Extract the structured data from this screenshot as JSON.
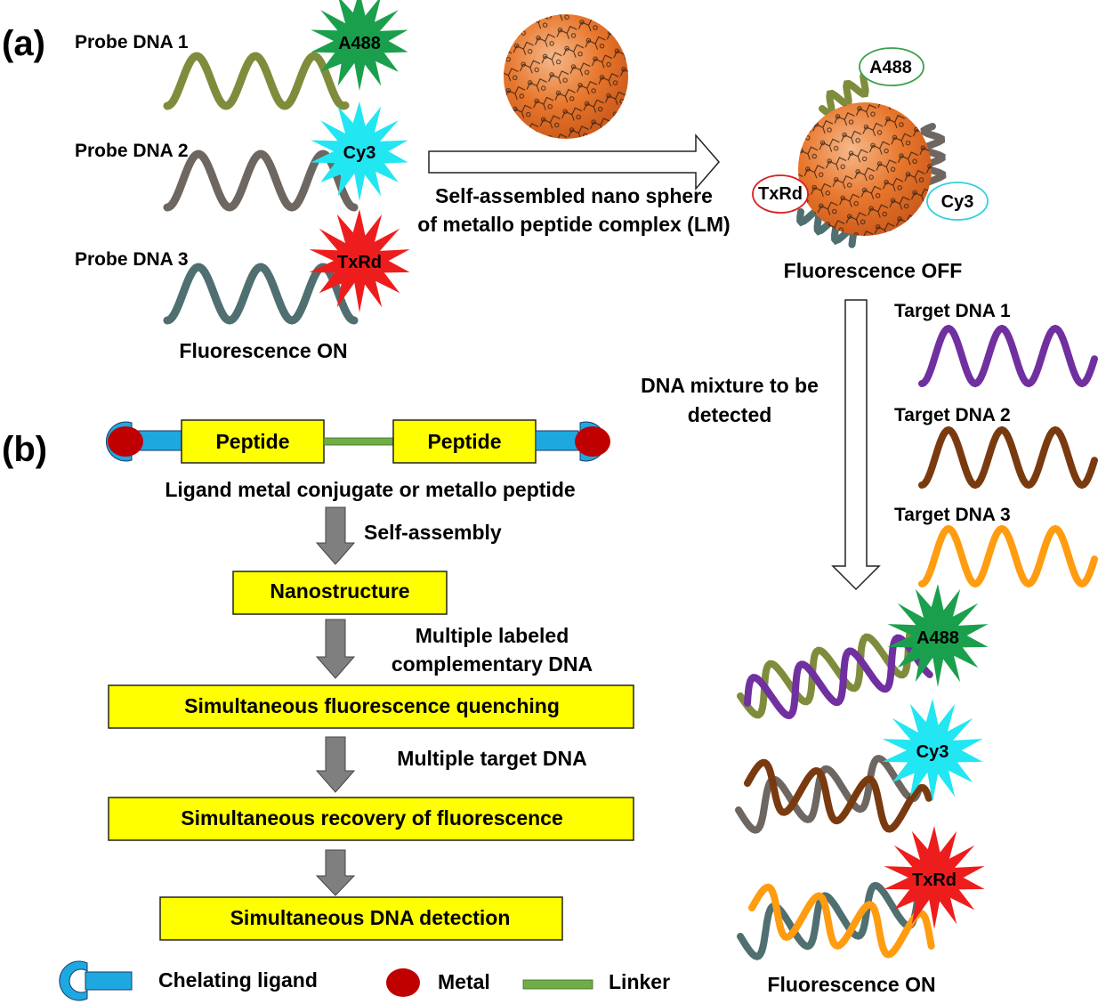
{
  "panel_a": {
    "label": "(a)",
    "probes": [
      {
        "label": "Probe DNA 1",
        "dye": "A488",
        "dna_color": "#7f8c3c",
        "dye_color": "#1aa04c"
      },
      {
        "label": "Probe DNA 2",
        "dye": "Cy3",
        "dna_color": "#6e6660",
        "dye_color": "#22e6f2"
      },
      {
        "label": "Probe DNA 3",
        "dye": "TxRd",
        "dna_color": "#4f6f70",
        "dye_color": "#ee1d1d"
      }
    ],
    "probes_caption": "Fluorescence ON",
    "assembly_arrow_label_line1": "Self-assembled nano sphere",
    "assembly_arrow_label_line2": "of metallo peptide complex (LM)",
    "sphere_caption": "Fluorescence OFF",
    "sphere_tags": [
      {
        "label": "A488",
        "ring_color": "#3aa04a"
      },
      {
        "label": "TxRd",
        "ring_color": "#d82020"
      },
      {
        "label": "Cy3",
        "ring_color": "#30d0e0"
      }
    ],
    "mixture_label_line1": "DNA mixture to be",
    "mixture_label_line2": "detected",
    "targets": [
      {
        "label": "Target DNA 1",
        "color": "#7030a0"
      },
      {
        "label": "Target DNA 2",
        "color": "#7a3a10"
      },
      {
        "label": "Target DNA 3",
        "color": "#ff9c10"
      }
    ],
    "duplexes": [
      {
        "dye": "A488",
        "probe_color": "#7f8c3c",
        "target_color": "#7030a0",
        "dye_color": "#1aa04c"
      },
      {
        "dye": "Cy3",
        "probe_color": "#6e6660",
        "target_color": "#7a3a10",
        "dye_color": "#22e6f2"
      },
      {
        "dye": "TxRd",
        "probe_color": "#4f6f70",
        "target_color": "#ff9c10",
        "dye_color": "#ee1d1d"
      }
    ],
    "duplex_caption": "Fluorescence ON"
  },
  "panel_b": {
    "label": "(b)",
    "peptide_left": "Peptide",
    "peptide_right": "Peptide",
    "conjugate_caption": "Ligand metal conjugate or metallo peptide",
    "steps": [
      {
        "box": "Nanostructure",
        "arrow_label": "Self-assembly"
      },
      {
        "box": "Simultaneous fluorescence quenching",
        "arrow_label": "Multiple labeled complementary DNA"
      },
      {
        "box": "Simultaneous recovery of fluorescence",
        "arrow_label": "Multiple target DNA"
      },
      {
        "box": "Simultaneous DNA detection",
        "arrow_label": ""
      }
    ],
    "step2_label_line1": "Multiple labeled",
    "step2_label_line2": "complementary DNA",
    "legend": {
      "ligand": "Chelating ligand",
      "metal": "Metal",
      "linker": "Linker"
    }
  },
  "colors": {
    "box_fill": "#ffff00",
    "ligand_blue": "#1ea8e0",
    "metal_red": "#c00000",
    "linker_green": "#70ad47",
    "sphere_orange": "#e9782f",
    "grey_arrow": "#7f7f7f"
  }
}
